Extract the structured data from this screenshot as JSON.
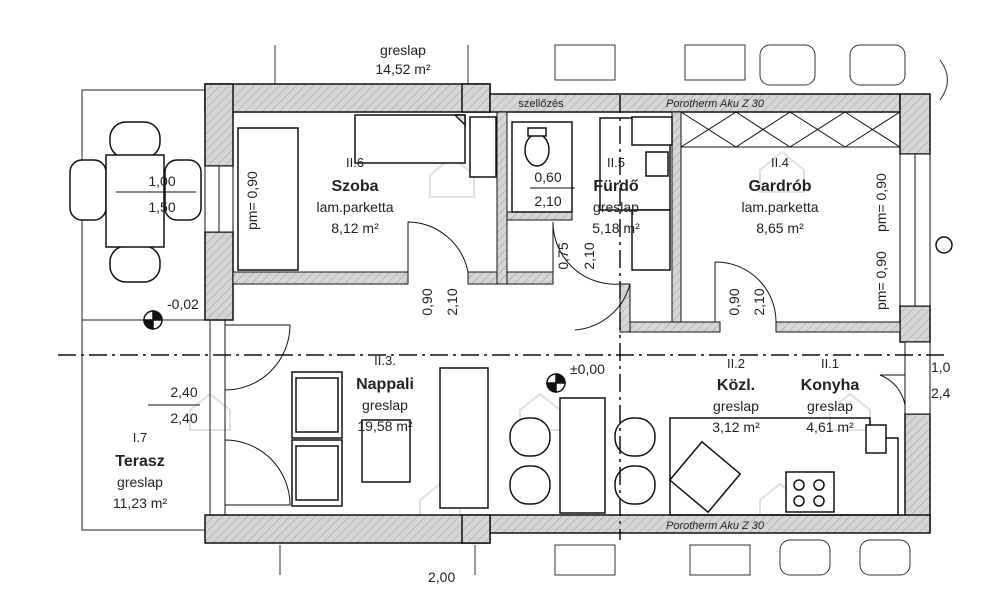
{
  "rooms": {
    "top_neighbor": {
      "material": "greslap",
      "area": "14,52 m²"
    },
    "szoba": {
      "number": "II.6",
      "name": "Szoba",
      "material": "lam.parketta",
      "area": "8,12 m²"
    },
    "furdo": {
      "number": "II.5",
      "name": "Fürdő",
      "material": "greslap",
      "area": "5,18 m²"
    },
    "gardrob": {
      "number": "II.4",
      "name": "Gardrób",
      "material": "lam.parketta",
      "area": "8,65 m²"
    },
    "nappali": {
      "number": "II.3.",
      "name": "Nappali",
      "material": "greslap",
      "area": "19,58 m²"
    },
    "kozl": {
      "number": "II.2",
      "name": "Közl.",
      "material": "greslap",
      "area": "3,12 m²"
    },
    "konyha": {
      "number": "II.1",
      "name": "Konyha",
      "material": "greslap",
      "area": "4,61 m²"
    },
    "terasz": {
      "number": "I.7",
      "name": "Terasz",
      "material": "greslap",
      "area": "11,23 m²"
    }
  },
  "wall_labels": {
    "top_wall": "Porotherm Aku Z 30",
    "bottom_wall": "Porotherm Aku Z 30",
    "vent": "szellőzés"
  },
  "dimensions": {
    "terrace_win_w": "1,00",
    "terrace_win_h": "1,50",
    "szoba_pm": "pm= 0,90",
    "furdo_win_w": "0,60",
    "furdo_win_h": "2,10",
    "furdo_door_w": "0,75",
    "furdo_door_h": "2,10",
    "szoba_door_w": "0,90",
    "szoba_door_h": "2,10",
    "gardrob_door_w": "0,90",
    "gardrob_door_h": "2,10",
    "gardrob_pm_a": "pm= 0,90",
    "gardrob_pm_b": "pm= 0,90",
    "terasz_door_w": "2,40",
    "terasz_door_h": "2,40",
    "right_partial_1": "1,0",
    "right_partial_2": "2,4",
    "bottom_partial": "2,00"
  },
  "levels": {
    "terrace": "-0,02",
    "interior": "±0,00"
  },
  "colors": {
    "wall_fill": "#d4d4d4",
    "line": "#111111",
    "watermark": "#cfcfcf"
  }
}
